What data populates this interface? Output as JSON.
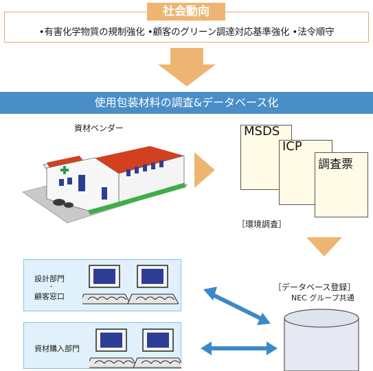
{
  "trends": {
    "title": "社会動向",
    "text": "•有害化学物質の規制強化 •顧客のグリーン調達対応基準強化 •法令順守"
  },
  "banner": "使用包装材料の調査&データベース化",
  "vendor": {
    "label": "資材ベンダー"
  },
  "documents": {
    "items": [
      "MSDS",
      "ICP",
      "調査票"
    ],
    "caption": "［環境調査］"
  },
  "departments": {
    "design": {
      "line1": "設計部門",
      "dot": "・",
      "line2": "顧客窓口"
    },
    "purchase": {
      "label": "資材購入部門"
    }
  },
  "database": {
    "title": "［データベース登録］",
    "subtitle": "NEC グループ共通"
  },
  "colors": {
    "orange": "#eeb572",
    "blue_banner": "#4a8ec7",
    "blue_arrow": "#3d89c7",
    "light_blue": "#e0f1fb"
  }
}
